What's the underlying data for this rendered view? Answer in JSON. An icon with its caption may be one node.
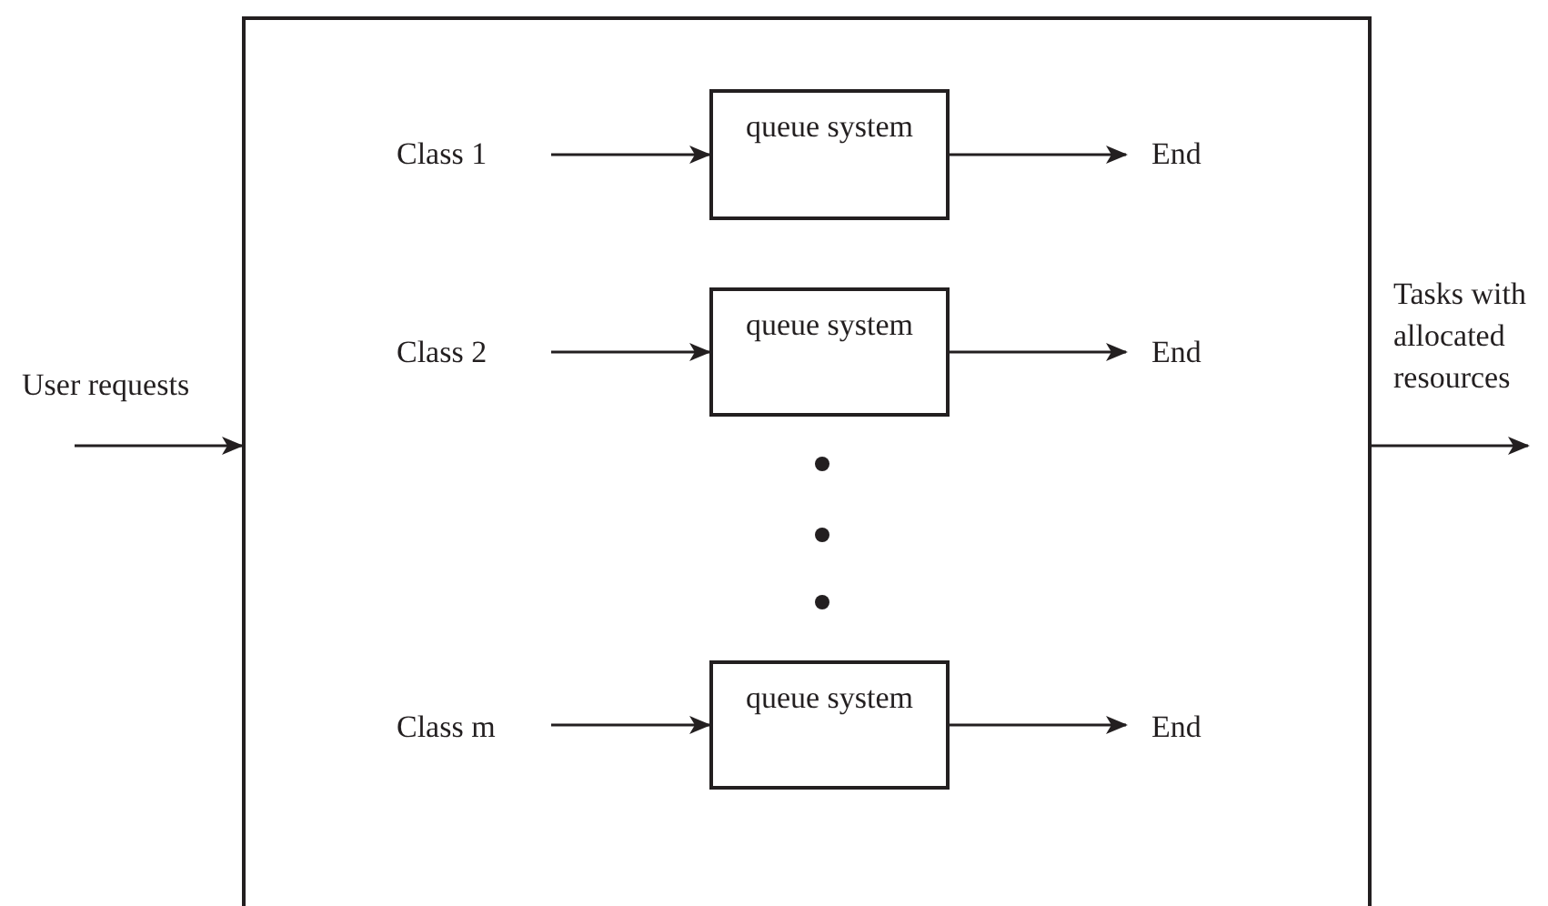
{
  "diagram": {
    "nodes": [
      {
        "text": [],
        "shape": "box"
      },
      {
        "text": [
          "Class 1"
        ],
        "in": 0
      },
      {
        "text": [
          "queue system"
        ],
        "in": 0
      },
      {
        "text": [
          "End"
        ],
        "in": 0
      },
      {
        "text": [
          "Class 2"
        ],
        "in": 0
      },
      {
        "text": [
          "queue system"
        ],
        "in": 0
      },
      {
        "text": [
          "End"
        ],
        "in": 0
      },
      {
        "text": [
          "Class m"
        ],
        "in": 0
      },
      {
        "text": [
          "queue system"
        ],
        "in": 0
      },
      {
        "text": [
          "End"
        ],
        "in": 0
      }
    ],
    "edges": [
      {
        "from": null,
        "to": 0,
        "arrow": "to",
        "label": "User requests"
      },
      {
        "from": 0,
        "to": null,
        "arrow": "to",
        "label": "Tasks with allocated resources"
      },
      {
        "from": 1,
        "to": 2,
        "arrow": "to"
      },
      {
        "from": 2,
        "to": 3,
        "arrow": "to"
      },
      {
        "from": 4,
        "to": 5,
        "arrow": "to"
      },
      {
        "from": 5,
        "to": 6,
        "arrow": "to"
      },
      {
        "from": 7,
        "to": 8,
        "arrow": "to"
      },
      {
        "from": 8,
        "to": 9,
        "arrow": "to"
      }
    ]
  }
}
